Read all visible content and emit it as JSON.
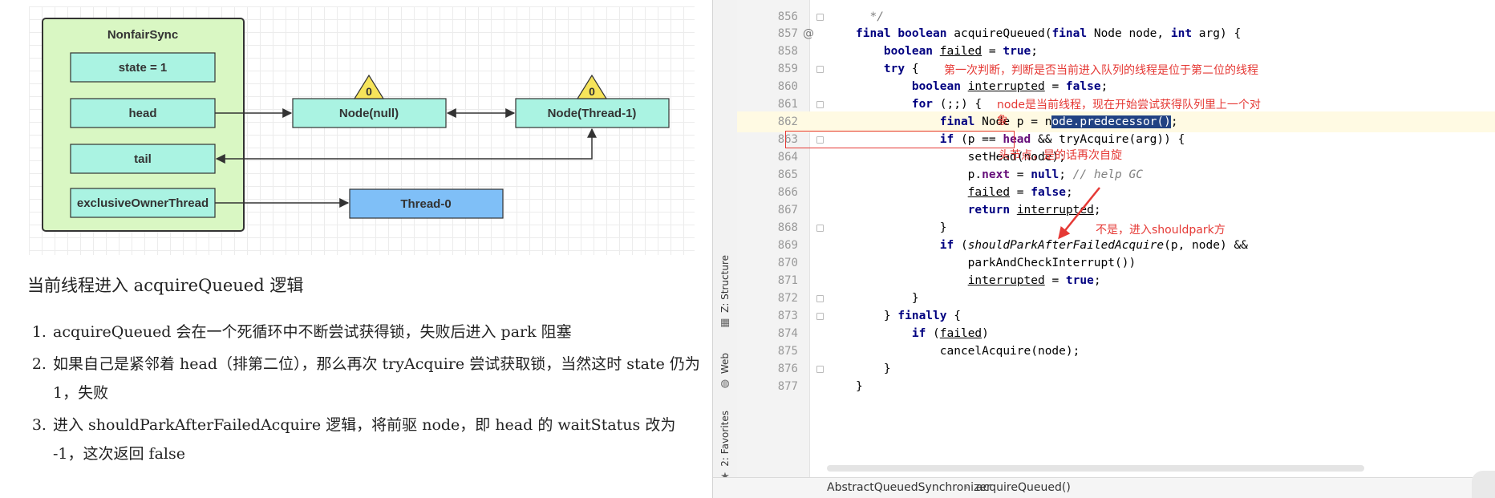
{
  "diagram": {
    "container_title": "NonfairSync",
    "fields": [
      "state = 1",
      "head",
      "tail",
      "exclusiveOwnerThread"
    ],
    "nodes": [
      {
        "label": "Node(null)",
        "badge": "0"
      },
      {
        "label": "Node(Thread-1)",
        "badge": "0"
      }
    ],
    "thread": "Thread-0"
  },
  "article": {
    "heading": "当前线程进入 acquireQueued 逻辑",
    "items": [
      "acquireQueued 会在一个死循环中不断尝试获得锁，失败后进入 park 阻塞",
      "如果自己是紧邻着 head（排第二位），那么再次 tryAcquire 尝试获取锁，当然这时 state 仍为 1，失败",
      "进入 shouldParkAfterFailedAcquire 逻辑，将前驱 node，即 head 的 waitStatus 改为 -1，这次返回 false"
    ]
  },
  "ide": {
    "side_tabs": [
      "Z: Structure",
      "Web",
      "2: Favorites"
    ],
    "line_numbers": [
      "856",
      "857",
      "858",
      "859",
      "860",
      "861",
      "862",
      "863",
      "864",
      "865",
      "866",
      "867",
      "868",
      "869",
      "870",
      "871",
      "872",
      "873",
      "874",
      "875",
      "876",
      "877"
    ],
    "gutter_annotation": "@",
    "annotations": [
      "第一次判断，判断是否当前进入队列的线程是位于第二位的线程",
      "node是当前线程，现在开始尝试获得队列里上一个对",
      "象",
      "头节点，是的话再次自旋",
      "不是，进入shouldpark方"
    ],
    "breadcrumb": [
      "AbstractQueuedSynchronizer",
      "acquireQueued()"
    ]
  },
  "colors": {
    "container_fill": "#d9f7c3",
    "field_fill": "#aaf3e2",
    "thread_fill": "#7fbff7",
    "badge_fill": "#f6e45a",
    "annotation_red": "#e53935",
    "selection": "#214283"
  }
}
